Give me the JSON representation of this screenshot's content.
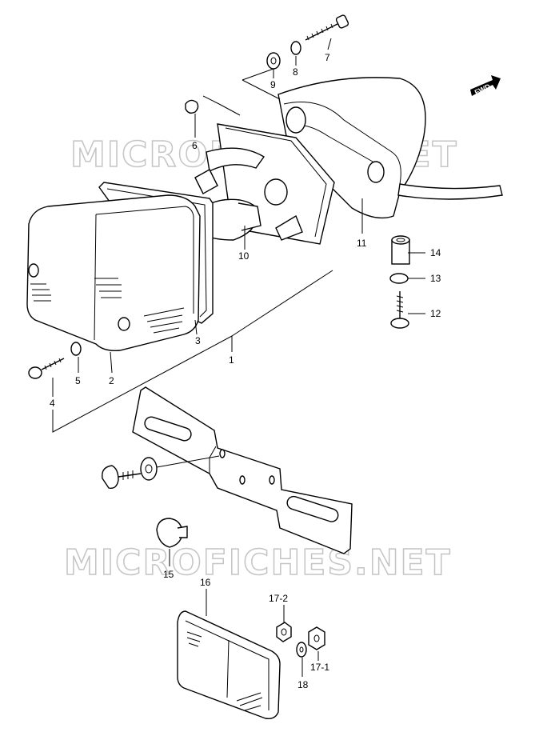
{
  "watermark": "MICROFICHES.NET",
  "fwd_badge": "FWD",
  "part_labels": {
    "p1": "1",
    "p2": "2",
    "p3": "3",
    "p4": "4",
    "p5": "5",
    "p6": "6",
    "p7": "7",
    "p8": "8",
    "p9": "9",
    "p10": "10",
    "p11": "11",
    "p12": "12",
    "p13": "13",
    "p14": "14",
    "p15": "15",
    "p16": "16",
    "p17_1": "17-1",
    "p17_2": "17-2",
    "p18": "18"
  }
}
